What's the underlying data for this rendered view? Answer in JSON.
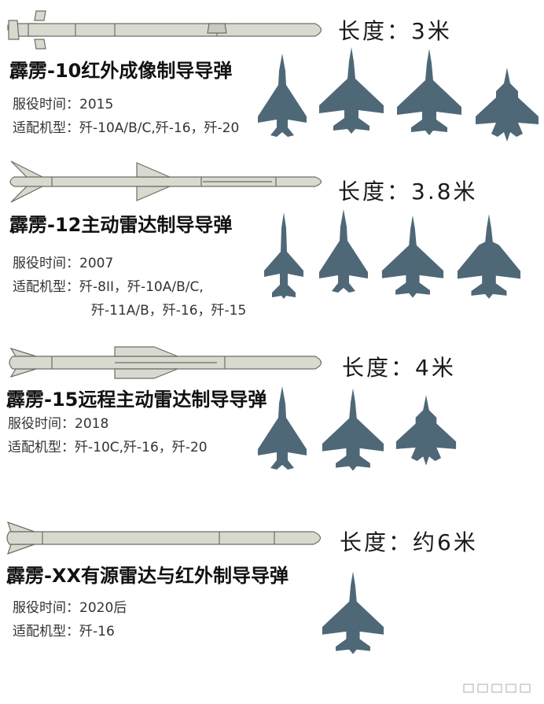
{
  "missiles": [
    {
      "title": "霹雳-10红外成像制导导弹",
      "length": "长度：3米",
      "service_label": "服役时间：",
      "service_year": "2015",
      "aircraft_label": "适配机型：",
      "aircraft_line1": "歼-10A/B/C,歼-16，歼-20",
      "aircraft_line2": ""
    },
    {
      "title": "霹雳-12主动雷达制导导弹",
      "length": "长度：3.8米",
      "service_label": "服役时间：",
      "service_year": "2007",
      "aircraft_label": "适配机型：",
      "aircraft_line1": "歼-8II，歼-10A/B/C,",
      "aircraft_line2": "歼-11A/B，歼-16，歼-15"
    },
    {
      "title": "霹雳-15远程主动雷达制导导弹",
      "length": "长度：4米",
      "service_label": "服役时间：",
      "service_year": "2018",
      "aircraft_label": "适配机型：",
      "aircraft_line1": "歼-10C,歼-16，歼-20",
      "aircraft_line2": ""
    },
    {
      "title": "霹雳-XX有源雷达与红外制导导弹",
      "length": "长度：约6米",
      "service_label": "服役时间：",
      "service_year": "2020后",
      "aircraft_label": "适配机型：",
      "aircraft_line1": "歼-16",
      "aircraft_line2": ""
    }
  ],
  "colors": {
    "jet": "#4f6878",
    "missile_body": "#d8d9cf",
    "missile_outline": "#6e6e66"
  }
}
